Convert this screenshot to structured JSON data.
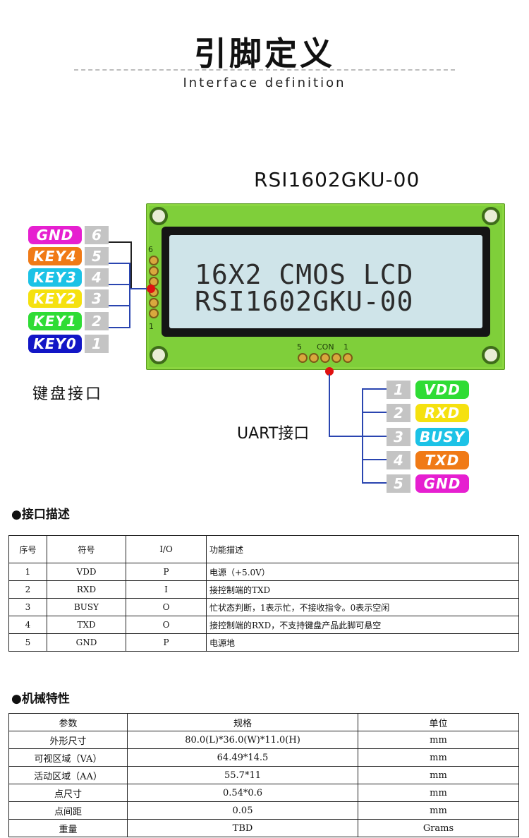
{
  "header": {
    "title": "引脚定义",
    "subtitle": "Interface definition"
  },
  "diagram": {
    "model": "RSI1602GKU-00",
    "lcd_lines": [
      "16X2 CMOS LCD",
      "RSI1602GKU-00"
    ],
    "pcb_markings": {
      "left_pin6": "6",
      "left_pin1": "1",
      "bottom_left": "5",
      "bottom_con": "CON",
      "bottom_right": "1"
    },
    "keyboard_label": "键盘接口",
    "uart_label": "UART接口",
    "keyboard_pins": [
      {
        "name": "GND",
        "num": "6",
        "color": "#e61fd0"
      },
      {
        "name": "KEY4",
        "num": "5",
        "color": "#f07a16"
      },
      {
        "name": "KEY3",
        "num": "4",
        "color": "#1cc2e6"
      },
      {
        "name": "KEY2",
        "num": "3",
        "color": "#f5e10f"
      },
      {
        "name": "KEY1",
        "num": "2",
        "color": "#2fdc35"
      },
      {
        "name": "KEY0",
        "num": "1",
        "color": "#1216c6"
      }
    ],
    "uart_pins": [
      {
        "num": "1",
        "name": "VDD",
        "color": "#2fdc35"
      },
      {
        "num": "2",
        "name": "RXD",
        "color": "#f5e10f"
      },
      {
        "num": "3",
        "name": "BUSY",
        "color": "#1cc2e6"
      },
      {
        "num": "4",
        "name": "TXD",
        "color": "#f07a16"
      },
      {
        "num": "5",
        "name": "GND",
        "color": "#e61fd0"
      }
    ]
  },
  "interface_table": {
    "heading": "●接口描述",
    "headers": [
      "序号",
      "符号",
      "I/O",
      "功能描述"
    ],
    "rows": [
      [
        "1",
        "VDD",
        "P",
        "电源（+5.0V）"
      ],
      [
        "2",
        "RXD",
        "I",
        "接控制端的TXD"
      ],
      [
        "3",
        "BUSY",
        "O",
        "忙状态判断，1表示忙，不接收指令。0表示空闲"
      ],
      [
        "4",
        "TXD",
        "O",
        "接控制端的RXD，不支持键盘产品此脚可悬空"
      ],
      [
        "5",
        "GND",
        "P",
        "电源地"
      ]
    ]
  },
  "mech_table": {
    "heading": "●机械特性",
    "headers": [
      "参数",
      "规格",
      "单位"
    ],
    "rows": [
      [
        "外形尺寸",
        "80.0(L)*36.0(W)*11.0(H)",
        "mm"
      ],
      [
        "可视区域（VA）",
        "64.49*14.5",
        "mm"
      ],
      [
        "活动区域（AA）",
        "55.7*11",
        "mm"
      ],
      [
        "点尺寸",
        "0.54*0.6",
        "mm"
      ],
      [
        "点间距",
        "0.05",
        "mm"
      ],
      [
        "重量",
        "TBD",
        "Grams"
      ]
    ]
  }
}
